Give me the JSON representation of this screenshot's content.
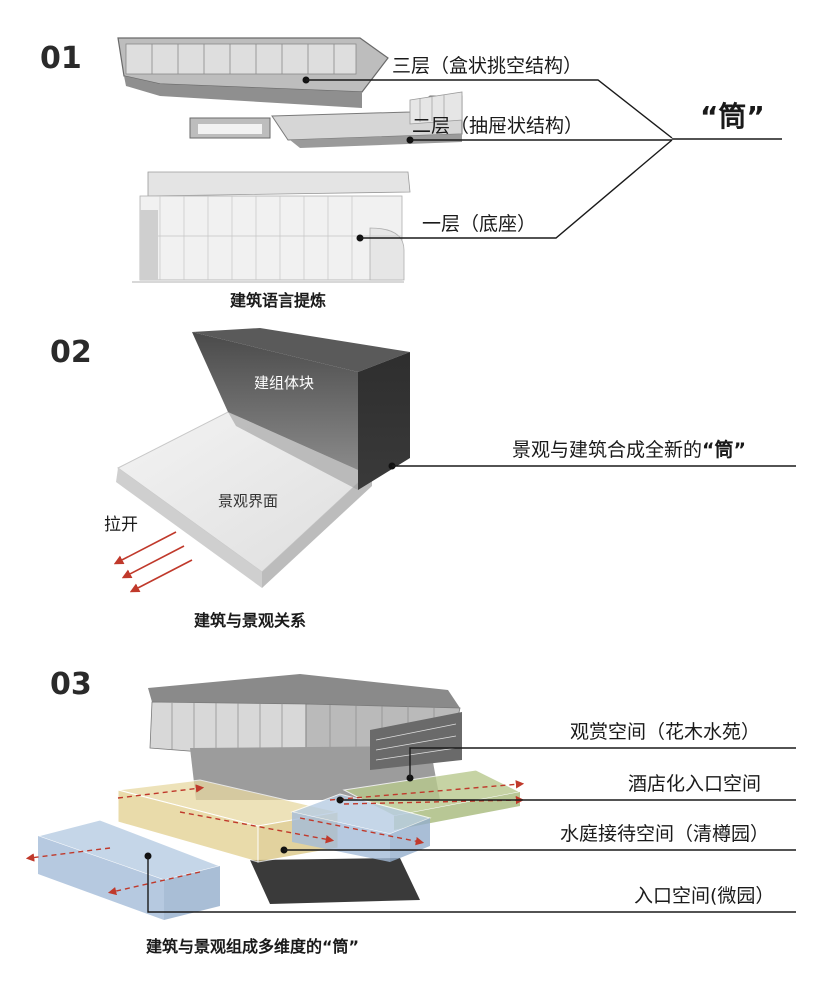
{
  "section1": {
    "number": "01",
    "labels": {
      "layer3": "三层（盒状挑空结构）",
      "layer2": "二层（抽屉状结构）",
      "layer1": "一层（底座）"
    },
    "key": "“筒”",
    "caption": "建筑语言提炼"
  },
  "section2": {
    "number": "02",
    "block_label": "建组体块",
    "plane_label": "景观界面",
    "pull_label": "拉开",
    "callout": "景观与建筑合成全新的",
    "callout_key": "“筒”",
    "caption": "建筑与景观关系"
  },
  "section3": {
    "number": "03",
    "labels": {
      "viewing": "观赏空间（花木水苑）",
      "hotel_entry": "酒店化入口空间",
      "water_court": "水庭接待空间（清樽园）",
      "entry": "入口空间(微园）"
    },
    "caption": "建筑与景观组成多维度的“筒”"
  },
  "colors": {
    "accent_red": "#c0392b",
    "yellow_zone": "#e8d9a2",
    "green_zone": "#b8c98e",
    "blue_zone": "#b7cce3",
    "dark_block": "#3e3e3e"
  }
}
